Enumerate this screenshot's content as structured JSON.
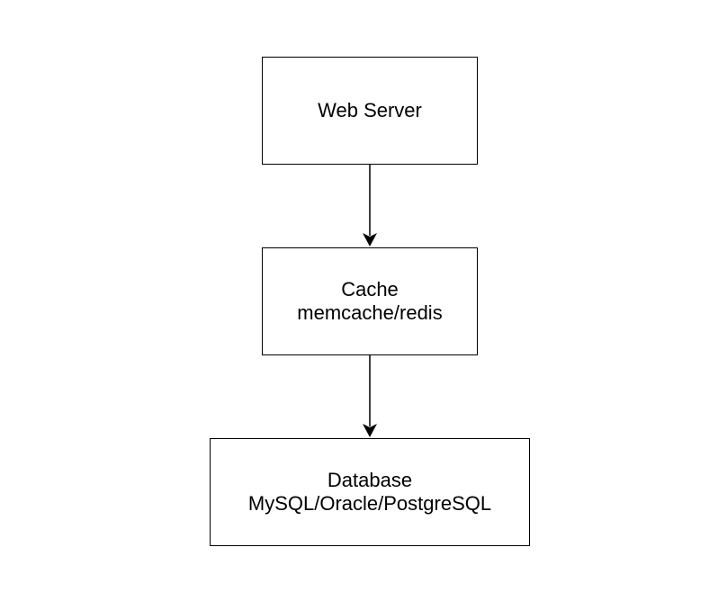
{
  "diagram": {
    "nodes": {
      "web_server": {
        "lines": [
          "Web Server"
        ]
      },
      "cache": {
        "lines": [
          "Cache",
          "memcache/redis"
        ]
      },
      "database": {
        "lines": [
          "Database",
          "MySQL/Oracle/PostgreSQL"
        ]
      }
    },
    "edges": [
      {
        "from": "web_server",
        "to": "cache"
      },
      {
        "from": "cache",
        "to": "database"
      }
    ],
    "colors": {
      "stroke": "#000000",
      "fill": "#ffffff",
      "text": "#000000"
    }
  }
}
